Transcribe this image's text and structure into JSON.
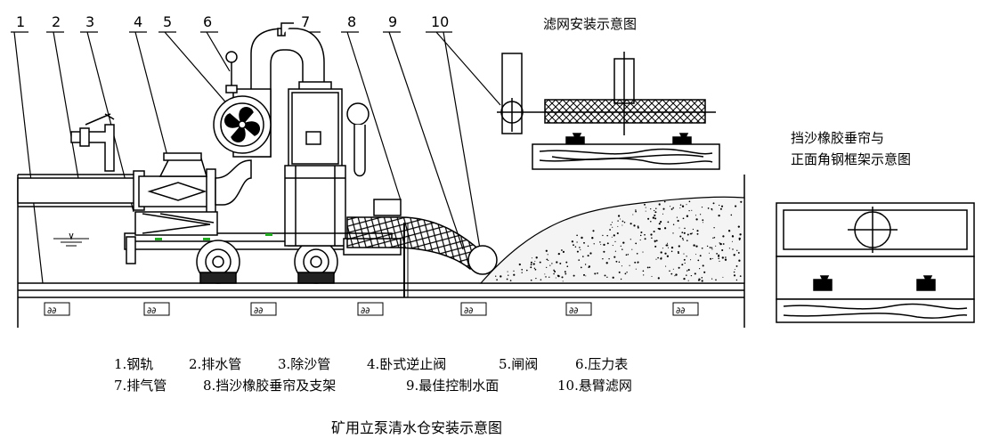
{
  "callouts": [
    {
      "n": "1"
    },
    {
      "n": "2"
    },
    {
      "n": "3"
    },
    {
      "n": "4"
    },
    {
      "n": "5"
    },
    {
      "n": "6"
    },
    {
      "n": "7"
    },
    {
      "n": "8"
    },
    {
      "n": "9"
    },
    {
      "n": "10"
    }
  ],
  "filter_title": "滤网安装示意图",
  "curtain_title": [
    "挡沙橡胶垂帘与",
    "正面角钢框架示意图"
  ],
  "legend": [
    [
      "1.钢轨",
      "2.排水管",
      "3.除沙管",
      "4.卧式逆止阀",
      "5.闸阀",
      "6.压力表"
    ],
    [
      "7.排气管",
      "8.挡沙橡胶垂帘及支架",
      "9.最佳控制水面",
      "10.悬臂滤网"
    ]
  ],
  "main_title": "矿用立泵清水仓安装示意图",
  "sleeper_glyph": "∂∂"
}
